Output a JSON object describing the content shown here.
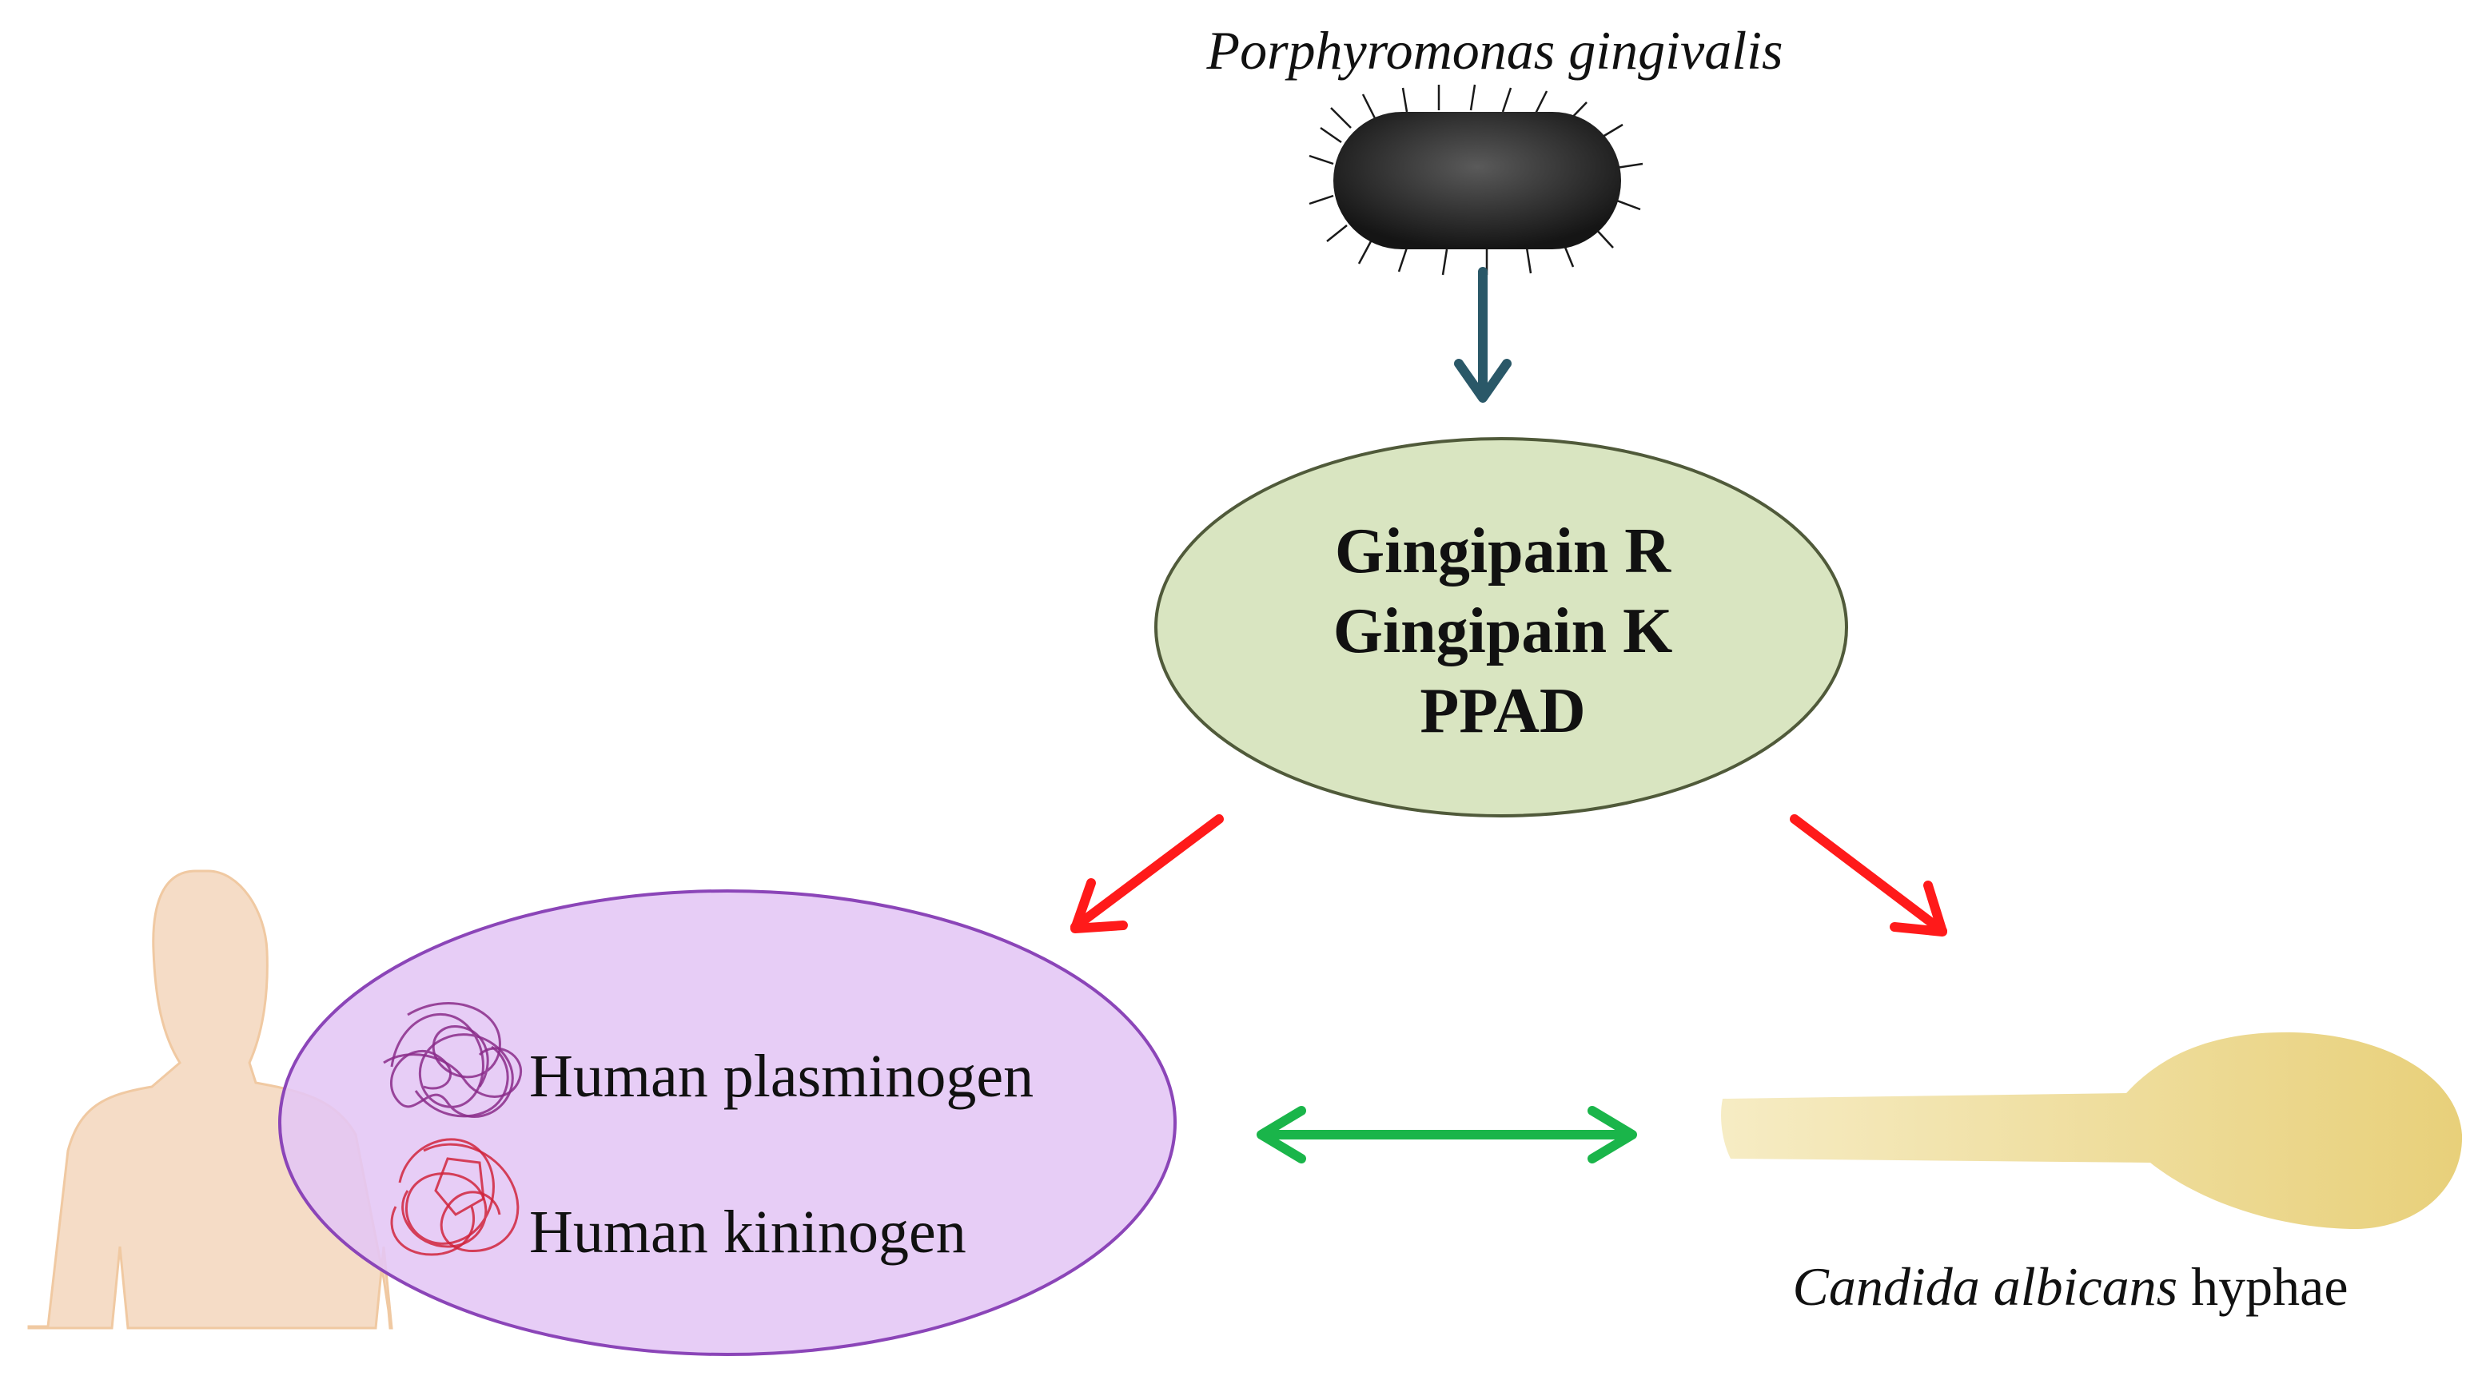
{
  "bacterium": {
    "name": "Porphyromonas gingivalis",
    "icon": "bacterium-icon"
  },
  "enzymes": {
    "items": [
      "Gingipain R",
      "Gingipain K",
      "PPAD"
    ],
    "fill_color": "#d9e5c1"
  },
  "host_proteins": {
    "items": [
      "Human plasminogen",
      "Human kininogen"
    ],
    "fill_color": "#e4c6f5",
    "icons": [
      "plasminogen-coil-icon",
      "kininogen-coil-icon"
    ],
    "host_icon": "human-silhouette-icon"
  },
  "fungus": {
    "name_italic": "Candida albicans",
    "name_plain": "hyphae",
    "icon": "hyphae-icon"
  },
  "colors": {
    "down_arrow": "#2a5868",
    "red_arrows": "#ff1a1a",
    "green_arrow": "#1ab54a",
    "human_fill": "#f5dcc6",
    "hyphae_fill": "#ecd98a"
  }
}
